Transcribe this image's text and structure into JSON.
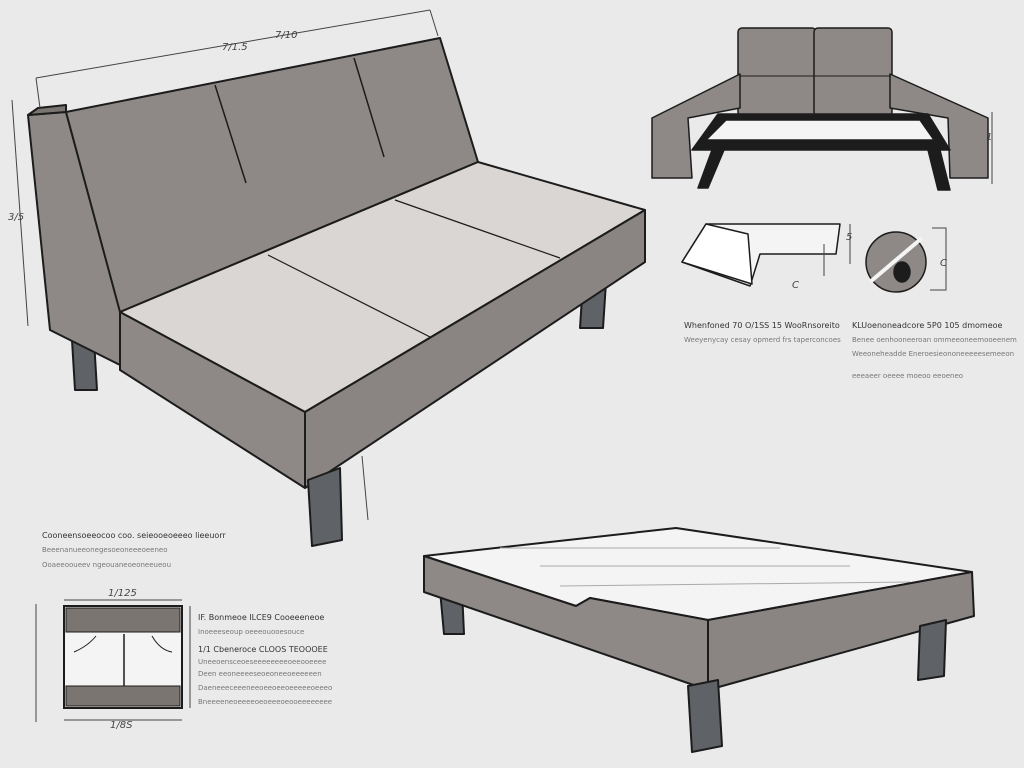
{
  "colors": {
    "background": "#eaeaea",
    "upholstery": "#8e8986",
    "upholstery_dark": "#7a7571",
    "seat_top": "#d9d6d3",
    "mattress": "#f4f4f4",
    "legs": "#5f6266",
    "outline": "#1c1c1c"
  },
  "sofa_view": {
    "dim_width": "7/1.5",
    "dim_depth": "7/10",
    "dim_height": "3/5"
  },
  "open_view": {
    "dim_side": "1"
  },
  "detail_views": {
    "hinge_dim": "5",
    "hinge_label": "C",
    "round_dim": "C"
  },
  "notes_right": {
    "a_title": "Whenfoned 70 O/1SS 15 WooRnsoreito",
    "a_text": "Weeyenycay cesay opmerd frs taperconcoes",
    "b_title": "KLUoenoneadcore 5P0 105 dmomeoe",
    "b_line1": "Benee oenhooneeroan ommeeoneemooeenem",
    "b_line2": "Weeoneheadde Eneroesieononeeeeesemeeon",
    "b_line3": "eeeaeer oeeee moeoo eeoeneo"
  },
  "notes_left": {
    "title": "Cooneensoeeocoo coo. seieooeoeeeo lieeuorr",
    "line1": "Beeenanueeonegesoeoneeeoeeneo",
    "line2": "Ooaeeooueev ngeouaneoeoneeueou"
  },
  "plan_view": {
    "dim_top": "1/125",
    "dim_bottom": "1/8S"
  },
  "notes_plan": {
    "a_title": "IF. Bonmeoe ILCE9 Cooeeeneoe",
    "a_text": "Inoeeeseoup oeeeouooesouce",
    "b_title": "1/1 Cbeneroce CLOOS TEOOOEE",
    "b_line1": "Uneeoensceoeseeeeeeeeoeeooeeee",
    "b_line2": "Deen eeoneeeeseoeoneeoeeeeeen",
    "b_line3": "Daeneeeceeeneeoeeoeeoeeeeeoeeeo",
    "b_line4": "Bneeeeneoeeeeoeoeeeoeooeeeeeeee"
  }
}
